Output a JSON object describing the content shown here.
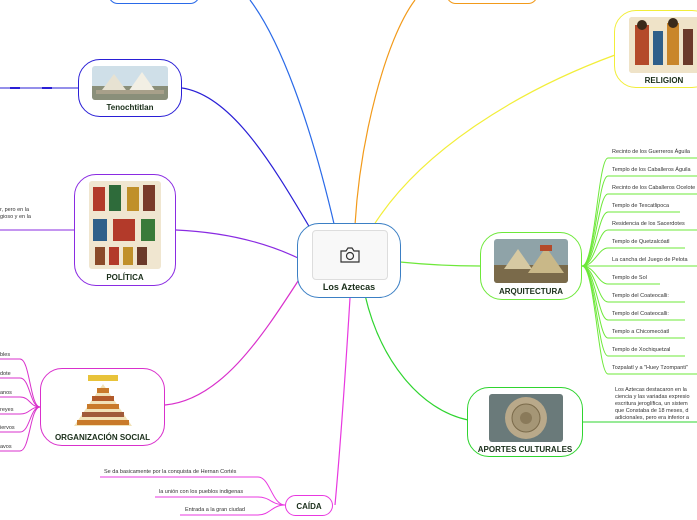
{
  "colors": {
    "center": "#3b7fc4",
    "religion": "#f2ee3a",
    "arquitectura": "#6ee83a",
    "aportes": "#2fd42f",
    "caida": "#e838e0",
    "organizacion": "#d930cc",
    "politica": "#8a2be2",
    "tenochtitlan": "#2a1fd6",
    "top_blue": "#2a6ae8",
    "top_orange": "#f29a1a"
  },
  "center": {
    "label": "Los Aztecas",
    "icon": "camera-icon"
  },
  "religion": {
    "label": "RELIGION"
  },
  "tenochtitlan": {
    "label": "Tenochtitlan"
  },
  "politica": {
    "label": "POLÍTICA",
    "text_line1": "r, pero en la",
    "text_line2": "gioso y en la"
  },
  "arquitectura": {
    "label": "ARQUITECTURA",
    "items": [
      "Recinto de los Guerreros Águila",
      "Templo de los Caballeros Águila",
      "Recinto de los Caballeros Ocelote",
      "Templo de Texcatlipoca",
      "Residencia de los Sacerdotes",
      "Templo de Quetzalcóatl",
      "La cancha del Juego de Pelota",
      "Templo de Sol",
      "Templo del Coateocalli:",
      "Templo del Coateocalli:",
      "Templo a Chicomecóatl",
      "Templo de Xochiquetzal",
      "Tozpalatl y a \"Huey Tzompanti\""
    ]
  },
  "aportes": {
    "label": "APORTES CULTURALES",
    "text_lines": [
      "Los Aztecas destacaron en la",
      "ciencia y las variadas expresio",
      "escritura jeroglífica, un sistem",
      "que Constaba de 18 meses, d",
      "adicionales, pero era inferior a"
    ]
  },
  "organizacion": {
    "label": "ORGANIZACIÓN SOCIAL",
    "items": [
      "bles",
      "dote",
      "anos",
      "reyes",
      "iervos",
      "avos"
    ]
  },
  "caida": {
    "label": "CAÍDA",
    "items": [
      "Se da basicamente por la conquista de Hernan Cortés",
      "la unión con los pueblos indigenas",
      "Entrada a la gran ciudad"
    ]
  }
}
